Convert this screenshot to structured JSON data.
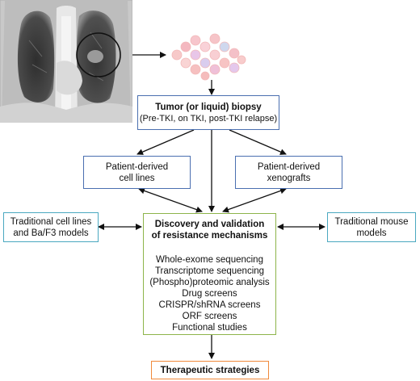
{
  "biopsy": {
    "title": "Tumor (or liquid) biopsy",
    "subtitle": "(Pre-TKI, on TKI, post-TKI relapse)"
  },
  "models": {
    "cell_lines": [
      "Patient-derived",
      "cell lines"
    ],
    "xenografts": [
      "Patient-derived",
      "xenografts"
    ],
    "traditional_cells": [
      "Traditional cell lines",
      "and Ba/F3 models"
    ],
    "traditional_mouse": [
      "Traditional mouse",
      "models"
    ]
  },
  "discovery": {
    "title": [
      "Discovery and validation",
      "of resistance mechanisms"
    ],
    "methods": [
      "Whole-exome sequencing",
      "Transcriptome sequencing",
      "(Phospho)proteomic analysis",
      "Drug screens",
      "CRISPR/shRNA screens",
      "ORF screens",
      "Functional studies"
    ]
  },
  "therapy": {
    "label": "Therapeutic strategies"
  },
  "colors": {
    "blue_border": "#4a6fb0",
    "teal_border": "#4aa8c0",
    "green_border": "#8db44a",
    "orange_border": "#f08a3c",
    "ct_scan": "grayscale"
  }
}
